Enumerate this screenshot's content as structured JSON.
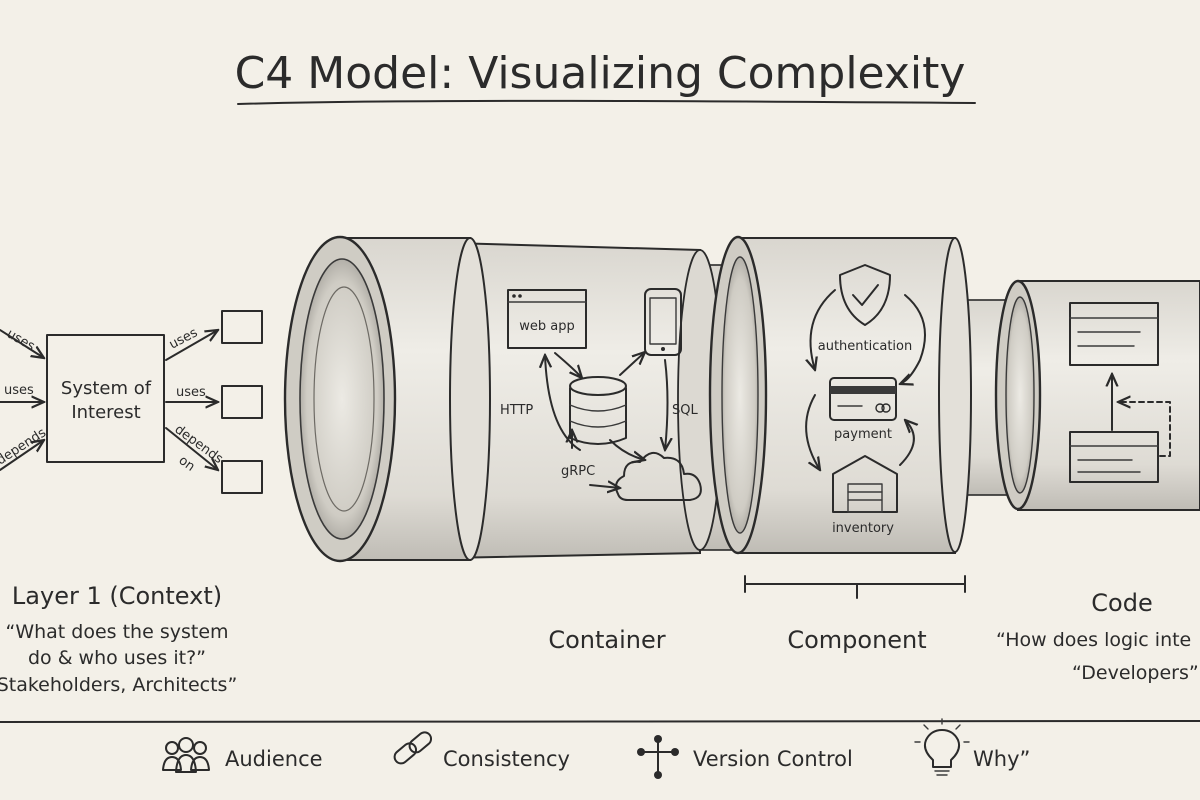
{
  "title": "C4 Model: Visualizing Complexity",
  "context": {
    "system_label_line1": "System of",
    "system_label_line2": "Interest",
    "in_uses_1": "uses",
    "in_uses_2": "uses",
    "in_depends": "depends",
    "out_uses_1": "uses",
    "out_uses_2": "uses",
    "out_depends_line1": "depends",
    "out_depends_line2": "on",
    "layer_title": "Layer 1 (Context)",
    "question_line1": "“What does the system",
    "question_line2": "do & who uses it?”",
    "audience": "Stakeholders, Architects”"
  },
  "container": {
    "web_app": "web app",
    "http": "HTTP",
    "sql": "SQL",
    "grpc": "gRPC",
    "layer_title": "Container"
  },
  "component": {
    "authentication": "authentication",
    "payment": "payment",
    "inventory": "inventory",
    "layer_title": "Component"
  },
  "code": {
    "layer_title": "Code",
    "question": "“How does logic inte",
    "audience": "“Developers”"
  },
  "footer": {
    "items": [
      {
        "label": "Audience",
        "icon": "people-icon"
      },
      {
        "label": "Consistency",
        "icon": "chain-link-icon"
      },
      {
        "label": "Version Control",
        "icon": "branch-icon"
      },
      {
        "label": "Why”",
        "icon": "lightbulb-icon"
      }
    ]
  },
  "colors": {
    "paper": "#f3f0e8",
    "ink": "#2b2b2b"
  }
}
